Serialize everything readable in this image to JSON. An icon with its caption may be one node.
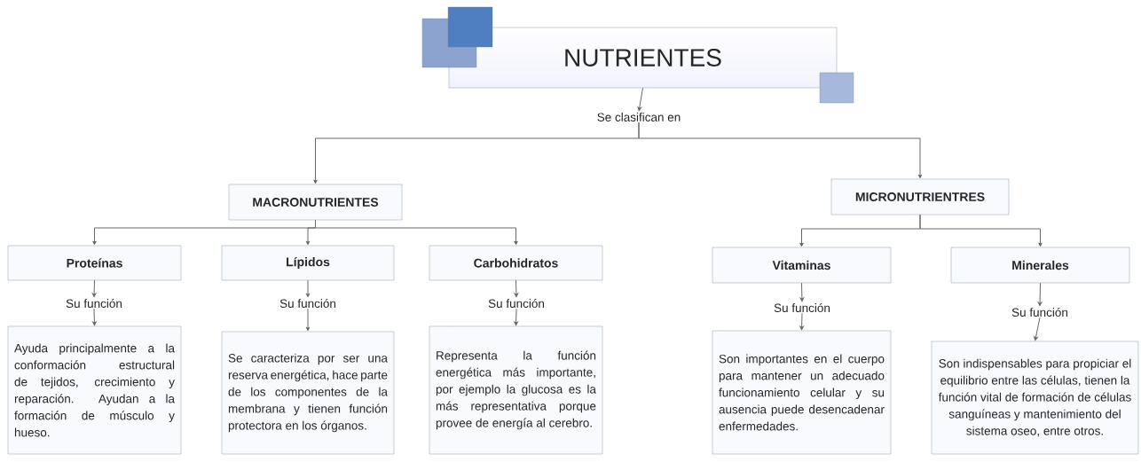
{
  "diagram": {
    "nodes": [
      {
        "text": [
          "NUTRIENTES"
        ]
      },
      {
        "text": [
          "Se clasifican en"
        ]
      },
      {
        "text": [
          "MACRONUTRIENTES"
        ]
      },
      {
        "text": [
          "MICRONUTRIENTRES"
        ]
      },
      {
        "text": [
          "Proteínas"
        ]
      },
      {
        "text": [
          "Lípidos"
        ]
      },
      {
        "text": [
          "Carbohidratos"
        ]
      },
      {
        "text": [
          "Vitaminas"
        ]
      },
      {
        "text": [
          "Minerales"
        ]
      },
      {
        "text": [
          "Su función"
        ]
      },
      {
        "text": [
          "Su función"
        ]
      },
      {
        "text": [
          "Su función"
        ]
      },
      {
        "text": [
          "Su función"
        ]
      },
      {
        "text": [
          "Su función"
        ]
      },
      {
        "text": [
          "Ayuda principalmente a la conformación estructural de tejidos, crecimiento y reparación. Ayudan a la formación de músculo y hueso."
        ]
      },
      {
        "text": [
          "Se caracteriza por ser una reserva energética, hace parte de los componentes de la membrana y tienen función protectora en los órganos."
        ]
      },
      {
        "text": [
          "Representa la función energética más importante, por ejemplo la glucosa es la más representativa porque provee de energía al cerebro."
        ]
      },
      {
        "text": [
          "Son importantes en el cuerpo para mantener un adecuado funcionamiento celular y su ausencia puede desencadenar enfermedades."
        ]
      },
      {
        "text": [
          "Son indispensables para propiciar el equilibrio entre las células, tienen la función vital de formación de células sanguíneas y mantenimiento del sistema oseo, entre otros."
        ]
      }
    ],
    "edges": [
      {
        "from": 0,
        "to": 1,
        "arrow": "to"
      },
      {
        "from": 1,
        "to": 2,
        "arrow": "to"
      },
      {
        "from": 1,
        "to": 3,
        "arrow": "to"
      },
      {
        "from": 2,
        "to": 4,
        "arrow": "to"
      },
      {
        "from": 2,
        "to": 5,
        "arrow": "to"
      },
      {
        "from": 2,
        "to": 6,
        "arrow": "to"
      },
      {
        "from": 3,
        "to": 7,
        "arrow": "to"
      },
      {
        "from": 3,
        "to": 8,
        "arrow": "to"
      },
      {
        "from": 4,
        "to": 9,
        "arrow": "to"
      },
      {
        "from": 5,
        "to": 10,
        "arrow": "to"
      },
      {
        "from": 6,
        "to": 11,
        "arrow": "to"
      },
      {
        "from": 7,
        "to": 12,
        "arrow": "to"
      },
      {
        "from": 8,
        "to": 13,
        "arrow": "to"
      },
      {
        "from": 9,
        "to": 14,
        "arrow": "to"
      },
      {
        "from": 10,
        "to": 15,
        "arrow": "to"
      },
      {
        "from": 11,
        "to": 16,
        "arrow": "to"
      },
      {
        "from": 12,
        "to": 17,
        "arrow": "to"
      },
      {
        "from": 13,
        "to": 18,
        "arrow": "to"
      }
    ]
  }
}
